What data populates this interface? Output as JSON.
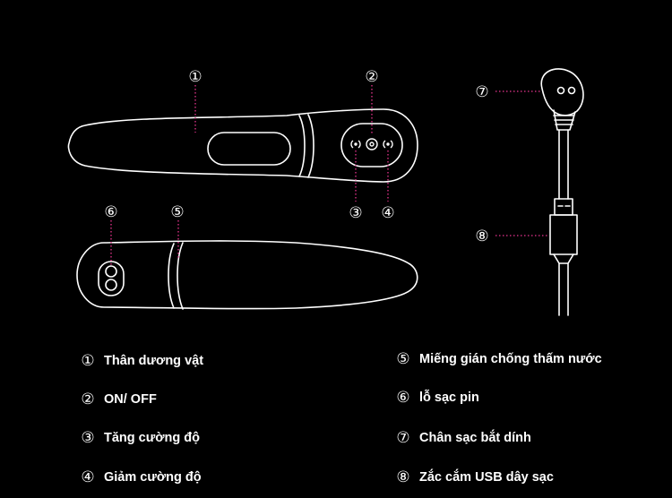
{
  "colors": {
    "background": "#000000",
    "line": "#ffffff",
    "leader": "#e8358f"
  },
  "callouts": {
    "c1": "①",
    "c2": "②",
    "c3": "③",
    "c4": "④",
    "c5": "⑤",
    "c6": "⑥",
    "c7": "⑦",
    "c8": "⑧"
  },
  "legend": [
    {
      "num": "①",
      "text": "Thân dương vật"
    },
    {
      "num": "②",
      "text": "ON/ OFF"
    },
    {
      "num": "③",
      "text": "Tăng cường độ"
    },
    {
      "num": "④",
      "text": "Giảm cường độ"
    },
    {
      "num": "⑤",
      "text": "Miếng gián chống thấm nước"
    },
    {
      "num": "⑥",
      "text": "lỗ  sạc pin"
    },
    {
      "num": "⑦",
      "text": "Chân sạc bắt dính"
    },
    {
      "num": "⑧",
      "text": "Zắc cắm USB dây sạc"
    }
  ]
}
